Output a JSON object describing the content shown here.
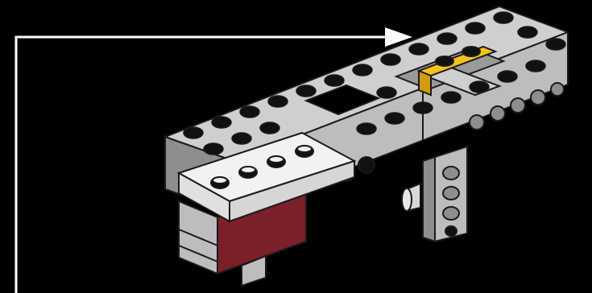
{
  "diagram": {
    "colors": {
      "background": "#000000",
      "arrow": "#ffffff",
      "gray_body": "#bdbdbd",
      "gray_side": "#8e8e8e",
      "gray_top": "#cfcfcf",
      "stud_black": "#111111",
      "yellow": "#f4c21b",
      "white_plate": "#f2f2f2",
      "dark_red": "#7b1f2a",
      "outline": "#1a1a1a"
    },
    "elements": [
      "assembly-arrow",
      "gray-beam-frame",
      "yellow-plate",
      "white-tile-plate",
      "dark-red-brick",
      "vertical-gray-beam"
    ]
  }
}
